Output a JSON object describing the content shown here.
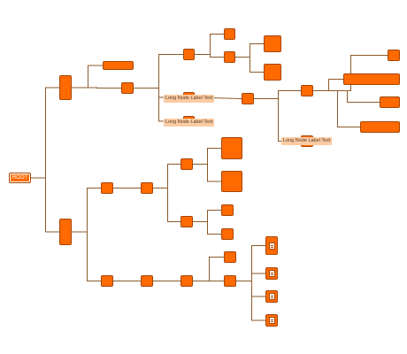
{
  "colors": {
    "edge": "#8B5A2B",
    "node_fill": "#FF6A00",
    "node_border": "#A64500",
    "label_fill": "#FBCBA4",
    "label_text": "#5A3A20",
    "background": "#FFFFFF"
  },
  "root": {
    "label": "ROOT"
  },
  "labels": [
    {
      "text": "Long Node Label Text"
    },
    {
      "text": "Long Node Label Text"
    },
    {
      "text": "Long Node Label Text"
    }
  ],
  "icons": [
    "document-icon",
    "document-icon",
    "document-icon",
    "document-icon"
  ]
}
